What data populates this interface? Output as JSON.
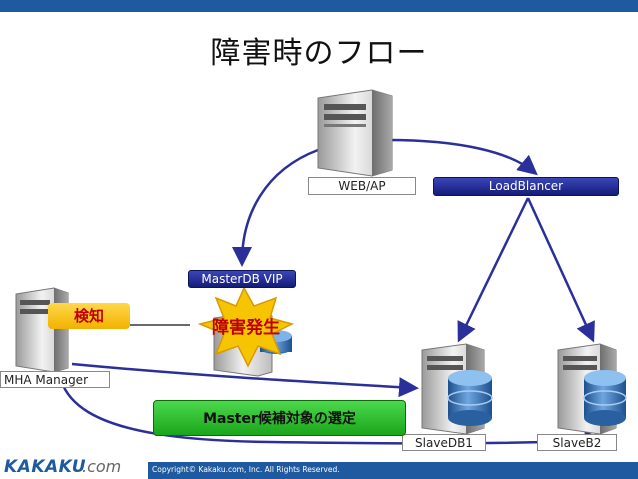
{
  "title": "障害時のフロー",
  "nodes": {
    "web": "WEB/AP",
    "loadbalancer": "LoadBlancer",
    "master_vip": "MasterDB VIP",
    "mha_manager": "MHA Manager",
    "slave1": "SlaveDB1",
    "slave2": "SlaveB2"
  },
  "callouts": {
    "detect": "検知",
    "failure": "障害発生",
    "select": "Master候補対象の選定"
  },
  "footer": {
    "logo": "KAKAKU",
    "logo_suffix": ".com",
    "copyright": "Copyright© Kakaku.com, Inc. All Rights Reserved."
  },
  "colors": {
    "brand_blue": "#1f5aa0",
    "arrow": "#2a2f9a",
    "label_blue": "#1a2280",
    "detect_yellow": "#f5bd00",
    "alert_red": "#c00000",
    "select_green": "#22b022"
  }
}
